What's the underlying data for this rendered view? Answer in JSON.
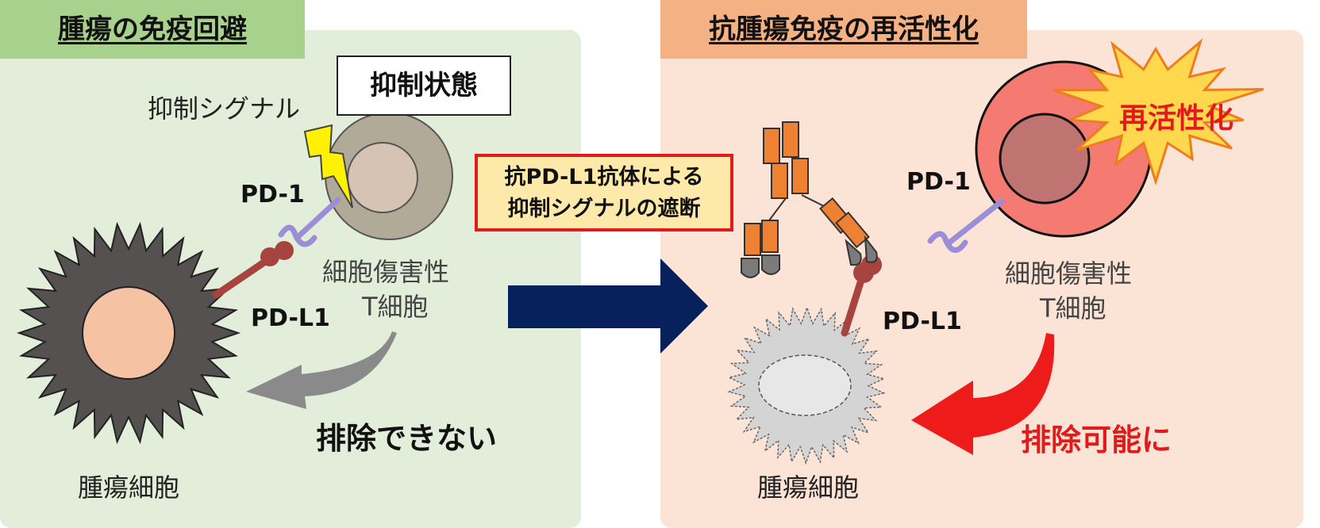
{
  "left_panel": {
    "title": "腫瘍の免疫回避",
    "inhibitory_signal_label": "抑制シグナル",
    "state_box": "抑制状態",
    "pd1_label": "PD-1",
    "pdl1_label": "PD-L1",
    "tcell_label_line1": "細胞傷害性",
    "tcell_label_line2": "T細胞",
    "result_label": "排除できない",
    "tumor_label": "腫瘍細胞"
  },
  "center": {
    "line1": "抗PD-L1抗体による",
    "line2": "抑制シグナルの遮断"
  },
  "right_panel": {
    "title": "抗腫瘍免疫の再活性化",
    "burst_label": "再活性化",
    "pd1_label": "PD-1",
    "pdl1_label": "PD-L1",
    "tcell_label_line1": "細胞傷害性",
    "tcell_label_line2": "T細胞",
    "result_label": "排除可能に",
    "tumor_label": "腫瘍細胞"
  },
  "colors": {
    "left_bg": "#e2eed9",
    "left_title_bg": "#a9d18e",
    "right_bg": "#fbe3d6",
    "right_title_bg": "#f4b183",
    "center_arrow": "#06215b",
    "center_box_fill": "#fde9a9",
    "center_box_border": "#e11b1b",
    "red_text": "#e11b1b",
    "pd1": "#9b8dd6",
    "pdl1": "#a8443f",
    "antibody": "#ee8232"
  },
  "icons": [
    "lightning-icon",
    "explosion-icon",
    "antibody-icon"
  ]
}
